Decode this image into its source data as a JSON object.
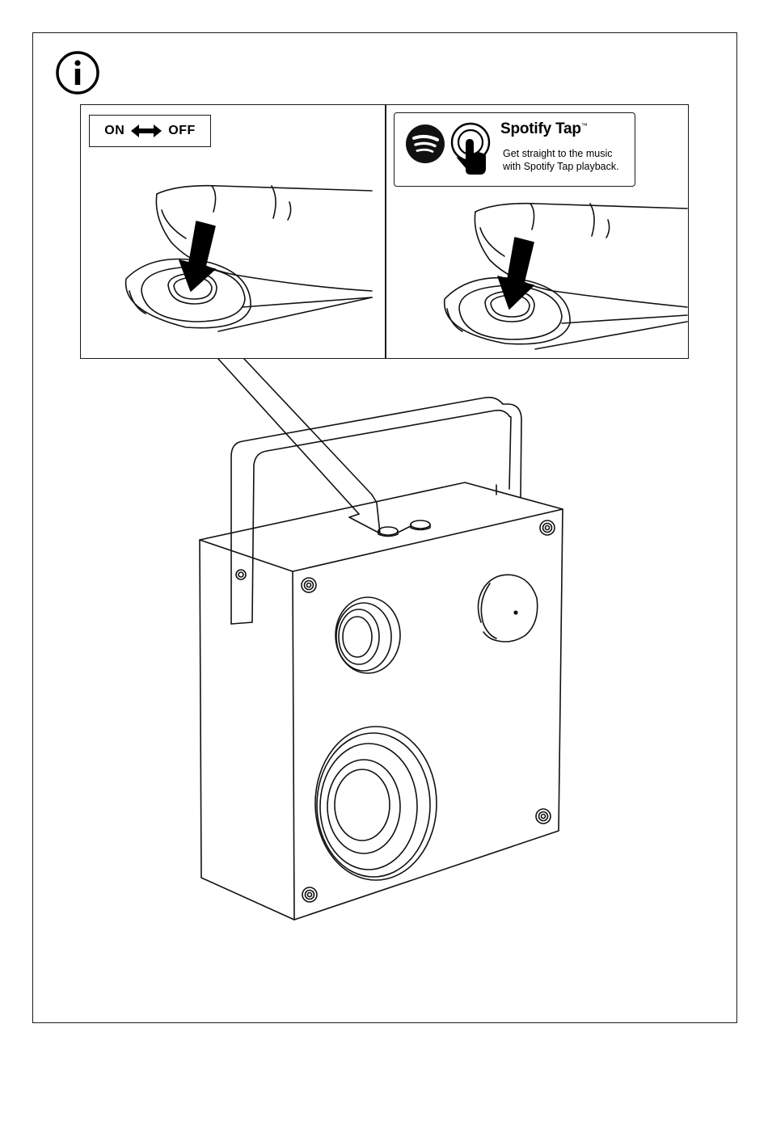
{
  "info_icon": "info-icon",
  "panel_left": {
    "switch_on": "ON",
    "switch_off": "OFF",
    "arrow_icon": "double-arrow-icon"
  },
  "panel_right": {
    "brand_title": "Spotify Tap",
    "trademark": "™",
    "description_line1": "Get straight to the music",
    "description_line2": "with Spotify Tap playback.",
    "logo_icon": "spotify-logo-icon",
    "tap_icon": "finger-tap-icon"
  }
}
